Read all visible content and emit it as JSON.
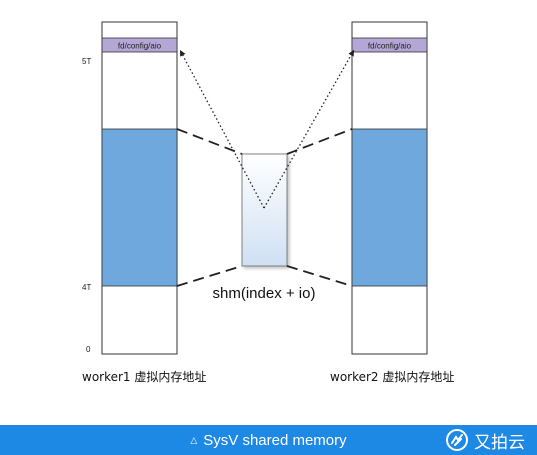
{
  "left_block": {
    "region_label": "fd/config/aio",
    "tick_5t": "5T",
    "tick_4t": "4T",
    "tick_0": "0",
    "caption": "worker1 虚拟内存地址"
  },
  "right_block": {
    "region_label": "fd/config/aio",
    "caption": "worker2 虚拟内存地址"
  },
  "shm_label": "shm(index + io)",
  "footer": {
    "caption": "SysV shared memory",
    "brand": "又拍云"
  },
  "colors": {
    "region_purple": "#b4a7d6",
    "shm_blue": "#6fa8dc",
    "shm_box_top": "#ffffff",
    "shm_box_bottom": "#cfe0f3",
    "footer_blue": "#1e88e5"
  }
}
